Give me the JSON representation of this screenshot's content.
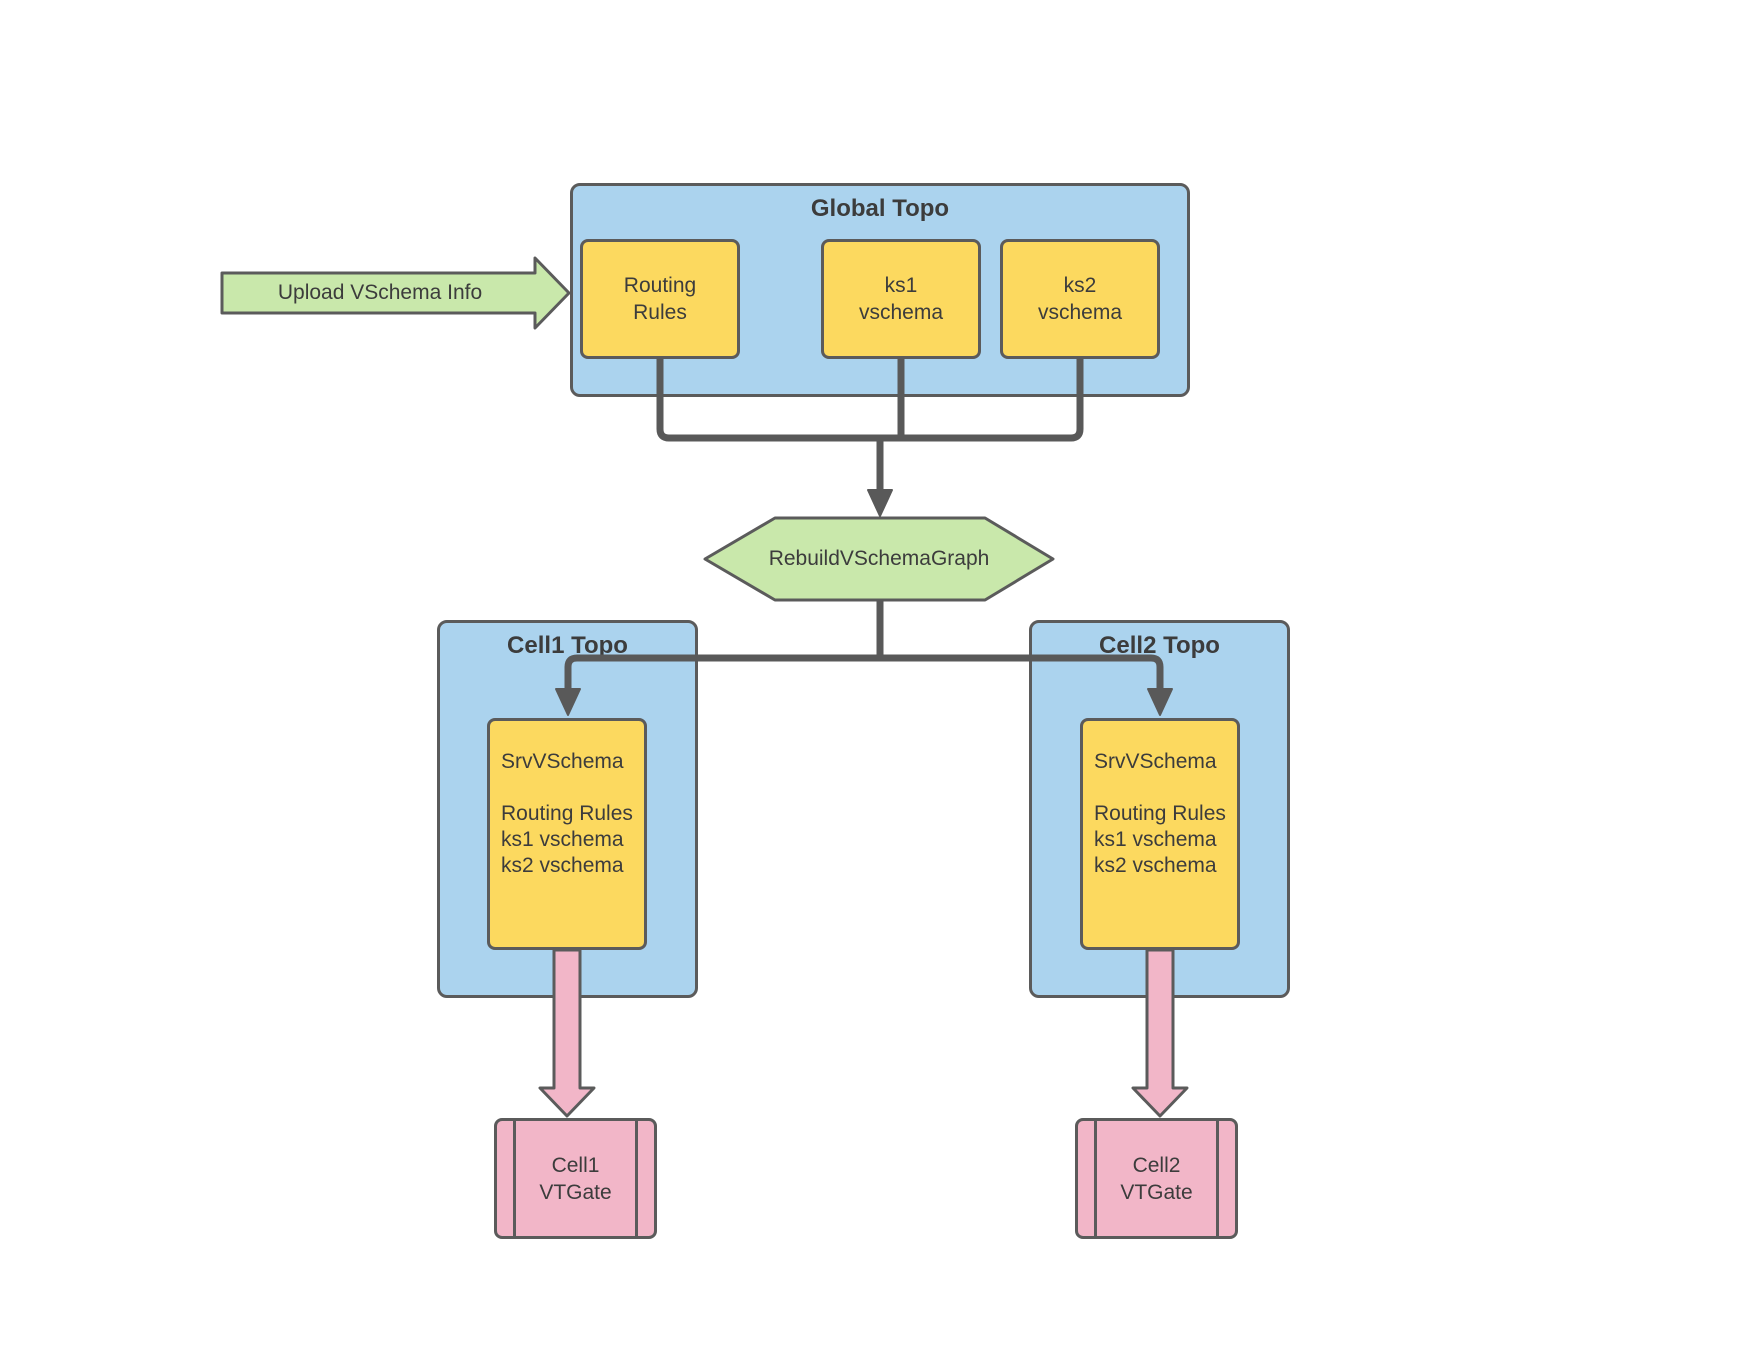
{
  "upload_arrow": {
    "label": "Upload VSchema Info"
  },
  "global_topo": {
    "title": "Global Topo",
    "nodes": [
      {
        "label": "Routing\nRules"
      },
      {
        "label": "ks1\nvschema"
      },
      {
        "label": "ks2\nvschema"
      }
    ]
  },
  "rebuild": {
    "label": "RebuildVSchemaGraph"
  },
  "cells": [
    {
      "title": "Cell1 Topo",
      "srv_vschema": "SrvVSchema\n\nRouting Rules\nks1 vschema\nks2 vschema",
      "vtgate_label": "Cell1\nVTGate"
    },
    {
      "title": "Cell2 Topo",
      "srv_vschema": "SrvVSchema\n\nRouting Rules\nks1 vschema\nks2 vschema",
      "vtgate_label": "Cell2\nVTGate"
    }
  ],
  "colors": {
    "blue": "#abd3ee",
    "yellow": "#fcd95f",
    "green": "#c9e8ab",
    "pink": "#f2b6c8",
    "border": "#5b5b5b",
    "line": "#595959",
    "text": "#3c3c3c"
  }
}
